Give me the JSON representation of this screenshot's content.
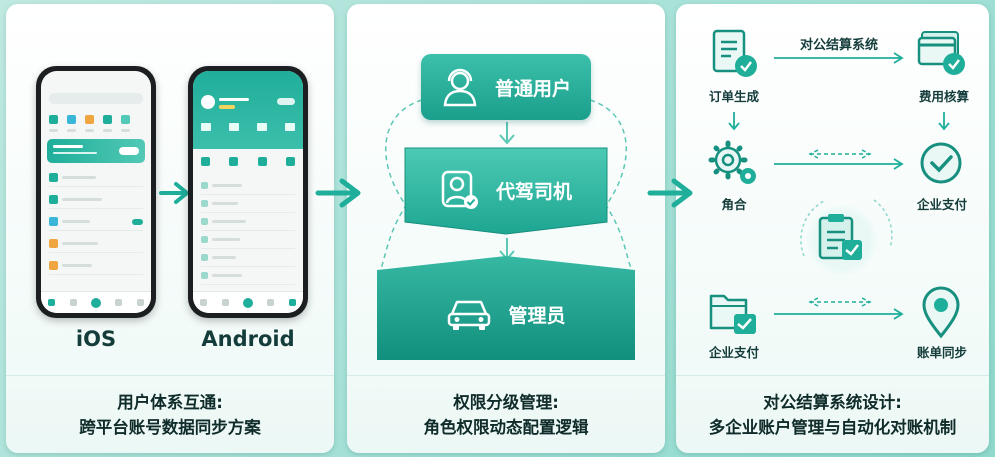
{
  "panel1": {
    "ios_label": "iOS",
    "android_label": "Android",
    "caption_line1": "用户体系互通:",
    "caption_line2": "跨平台账号数据同步方案"
  },
  "panel2": {
    "role_top": "普通用户",
    "role_mid": "代驾司机",
    "role_bottom": "管理员",
    "caption_line1": "权限分级管理:",
    "caption_line2": "角色权限动态配置逻辑"
  },
  "panel3": {
    "top_edge_label": "对公结算系统",
    "nodes": {
      "order": "订单生成",
      "cost": "费用核算",
      "role": "角合",
      "pay1": "企业支付",
      "pay2": "企业支付",
      "sync": "账单同步"
    },
    "caption_line1": "对公结算系统设计:",
    "caption_line2": "多企业账户管理与自动化对账机制"
  },
  "colors": {
    "teal": "#1fae9a",
    "teal_dark": "#118c7c",
    "teal_light": "#52c9b6",
    "text_dark": "#143c3a"
  }
}
